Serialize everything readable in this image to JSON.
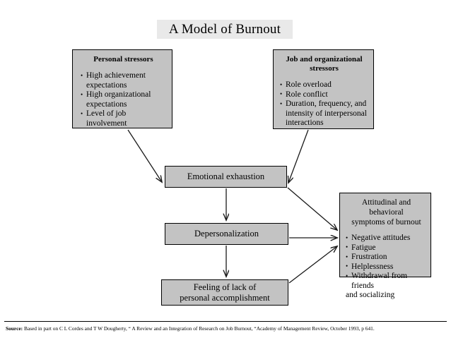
{
  "title": "A Model of Burnout",
  "boxes": {
    "personal_stressors": {
      "heading": "Personal stressors",
      "bullets": [
        "High achievement",
        "expectations",
        "High organizational",
        "expectations",
        "Level of job involvement"
      ],
      "bullet_items": [
        {
          "lines": [
            "High achievement",
            "expectations"
          ]
        },
        {
          "lines": [
            "High organizational",
            "expectations"
          ]
        },
        {
          "lines": [
            "Level of job involvement"
          ]
        }
      ]
    },
    "job_stressors": {
      "heading_line_1": "Job and organizational",
      "heading_line_2": "stressors",
      "bullet_items": [
        {
          "lines": [
            "Role overload"
          ]
        },
        {
          "lines": [
            "Role conflict"
          ]
        },
        {
          "lines": [
            "Duration, frequency, and",
            "intensity of interpersonal",
            "interactions"
          ]
        }
      ]
    },
    "emotional_exhaustion": {
      "label": "Emotional exhaustion"
    },
    "depersonalization": {
      "label": "Depersonalization"
    },
    "feeling_of_lack": {
      "line_1": "Feeling of lack of",
      "line_2": "personal accomplishment"
    },
    "symptoms": {
      "heading_line_1": "Attitudinal and behavioral",
      "heading_line_2": "symptoms of burnout",
      "bullet_items": [
        {
          "lines": [
            "Negative attitudes"
          ]
        },
        {
          "lines": [
            "Fatigue"
          ]
        },
        {
          "lines": [
            "Frustration"
          ]
        },
        {
          "lines": [
            "Helplessness"
          ]
        },
        {
          "lines": [
            "Withdrawal from friends",
            "and socializing"
          ]
        }
      ]
    }
  },
  "footer": {
    "source_label": "Source:",
    "source_text": " Based in part on C L Cordes and T W Dougherty, “ A Review and an Integration of Research on Job Burnout, “Academy of Management Review, October 1993, p 641."
  },
  "colors": {
    "box_fill": "#c3c3c3",
    "box_border": "#000000",
    "title_band": "#e9e9e9",
    "arrow": "#1a1a1a",
    "page_background": "#ffffff"
  },
  "diagram": {
    "flow_description": "Personal stressors and Job and organizational stressors feed into Emotional exhaustion, which leads to Depersonalization, which leads to Feeling of lack of personal accomplishment; all three burnout dimensions point to Attitudinal and behavioral symptoms of burnout.",
    "arrow_count": 7
  }
}
